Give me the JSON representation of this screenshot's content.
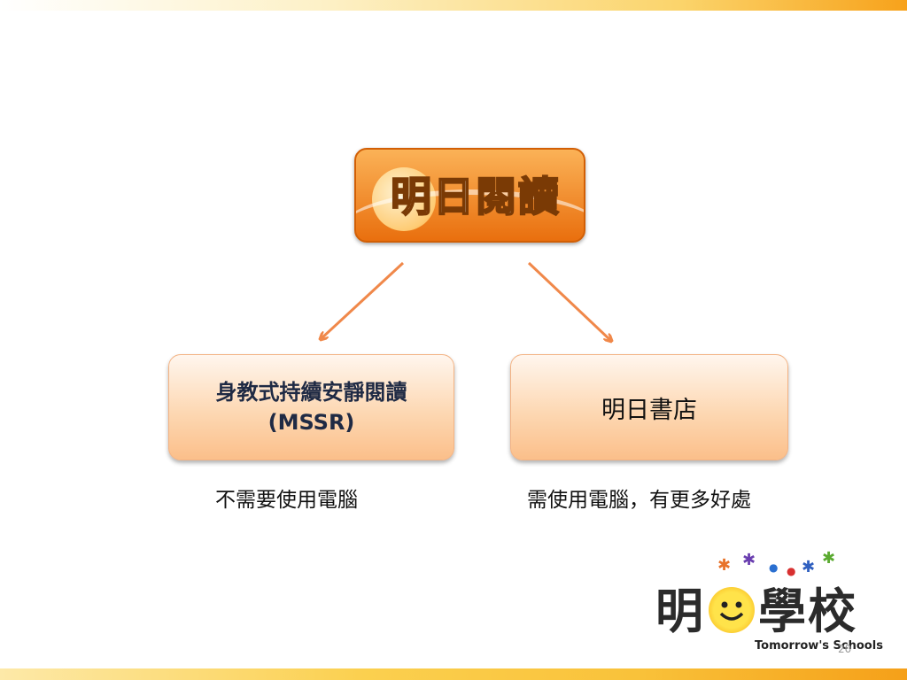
{
  "top_logo": {
    "text": "明日閱讀"
  },
  "nodes": {
    "left": {
      "line1": "身教式持續安靜閱讀",
      "line2": "(MSSR)",
      "caption": "不需要使用電腦"
    },
    "right": {
      "label": "明日書店",
      "caption": "需使用電腦，有更多好處"
    }
  },
  "school_logo": {
    "char1": "明",
    "char2": "學校",
    "subtitle": "Tomorrow's Schools"
  },
  "page_number": "20",
  "colors": {
    "accent_orange": "#f07a1a",
    "arrow": "#f0884a",
    "node_fill": "#fdd8b3"
  }
}
